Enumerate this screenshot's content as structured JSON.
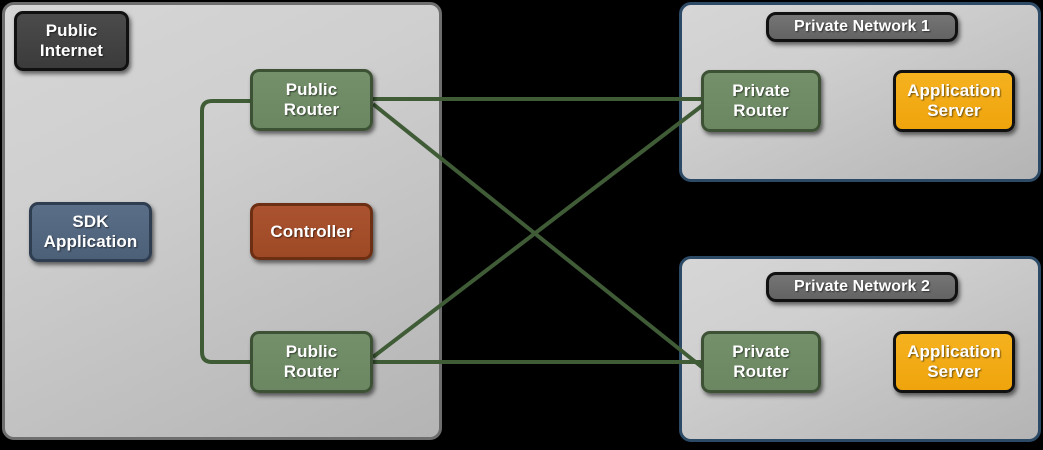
{
  "diagram": {
    "title": "Public Internet to Private Networks topology",
    "background_color": "#000000",
    "link_color": "#3f5c37"
  },
  "public_zone": {
    "panel_name": "public-internet-zone",
    "border_color": "#6e6e6e",
    "header": {
      "label": "Public\nInternet",
      "color": "#3f3f3f"
    },
    "nodes": [
      {
        "id": "sdk-application",
        "label": "SDK\nApplication",
        "color": "#4c6078",
        "kind": "application"
      },
      {
        "id": "public-router-top",
        "label": "Public\nRouter",
        "color": "#6b8762",
        "kind": "router"
      },
      {
        "id": "controller",
        "label": "Controller",
        "color": "#9e4925",
        "kind": "controller"
      },
      {
        "id": "public-router-bottom",
        "label": "Public\nRouter",
        "color": "#6b8762",
        "kind": "router"
      }
    ]
  },
  "private_networks": [
    {
      "id": "private-network-1",
      "header": {
        "label": "Private Network 1",
        "color": "#6a6a6a"
      },
      "border_color": "#2c4a66",
      "nodes": [
        {
          "id": "private-router-1",
          "label": "Private\nRouter",
          "color": "#6b8762",
          "kind": "router"
        },
        {
          "id": "application-server-1",
          "label": "Application\nServer",
          "color": "#efa40c",
          "kind": "server"
        }
      ]
    },
    {
      "id": "private-network-2",
      "header": {
        "label": "Private Network 2",
        "color": "#6a6a6a"
      },
      "border_color": "#2c4a66",
      "nodes": [
        {
          "id": "private-router-2",
          "label": "Private\nRouter",
          "color": "#6b8762",
          "kind": "router"
        },
        {
          "id": "application-server-2",
          "label": "Application\nServer",
          "color": "#efa40c",
          "kind": "server"
        }
      ]
    }
  ],
  "links": [
    {
      "from": "public-router-top",
      "to": "private-router-1"
    },
    {
      "from": "public-router-top",
      "to": "private-router-2"
    },
    {
      "from": "public-router-bottom",
      "to": "private-router-1"
    },
    {
      "from": "public-router-bottom",
      "to": "private-router-2"
    },
    {
      "from": "public-router-top",
      "to": "public-router-bottom"
    }
  ]
}
